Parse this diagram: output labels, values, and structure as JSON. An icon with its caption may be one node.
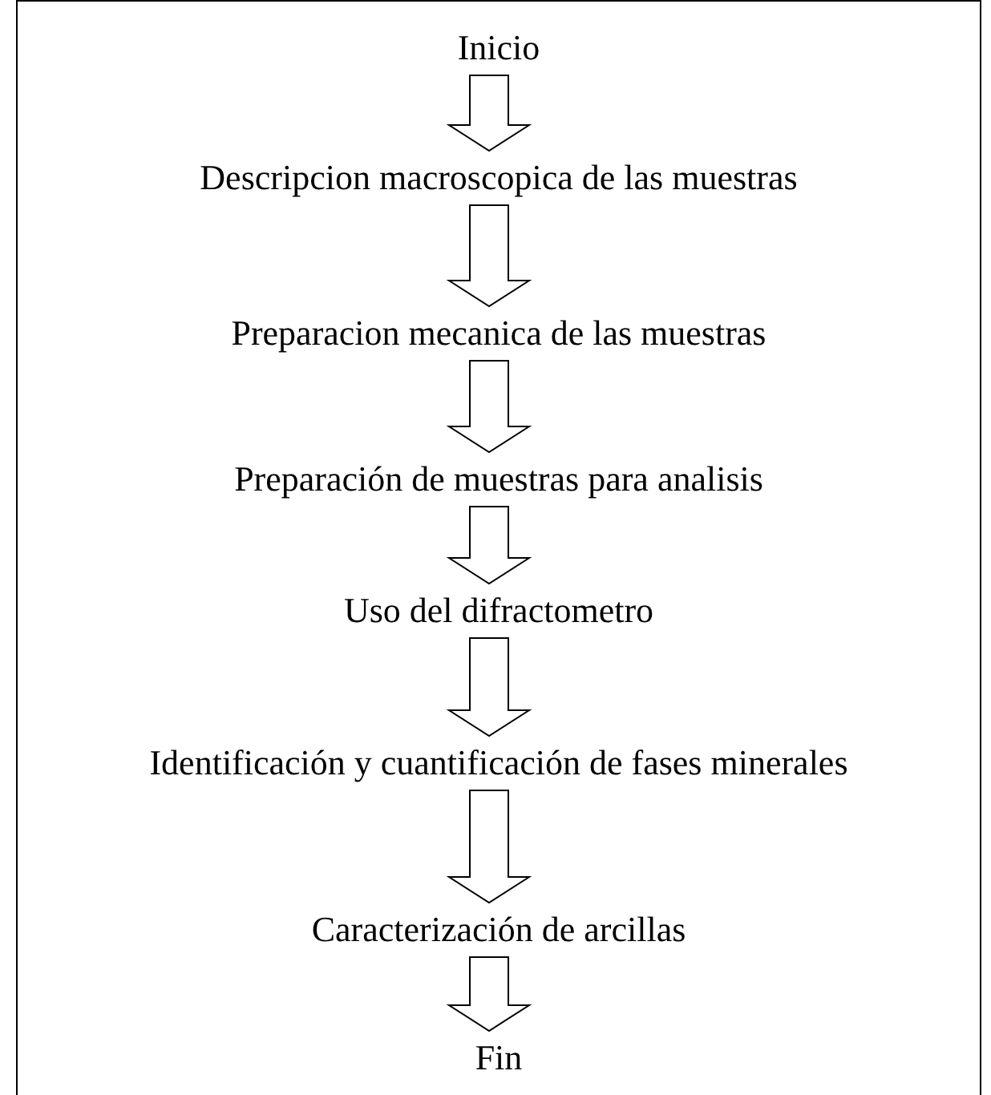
{
  "diagram": {
    "nodes": [
      {
        "text": [
          "Inicio"
        ]
      },
      {
        "text": [
          "Descripcion macroscopica de las muestras"
        ]
      },
      {
        "text": [
          "Preparacion mecanica de las muestras"
        ]
      },
      {
        "text": [
          "Preparación de muestras para analisis"
        ]
      },
      {
        "text": [
          "Uso del difractometro"
        ]
      },
      {
        "text": [
          "Identificación y cuantificación de fases minerales"
        ]
      },
      {
        "text": [
          "Caracterización de arcillas"
        ]
      },
      {
        "text": [
          "Fin"
        ]
      }
    ],
    "edges": [
      {
        "from": 0,
        "to": 1,
        "arrow": "to"
      },
      {
        "from": 1,
        "to": 2,
        "arrow": "to"
      },
      {
        "from": 2,
        "to": 3,
        "arrow": "to"
      },
      {
        "from": 3,
        "to": 4,
        "arrow": "to"
      },
      {
        "from": 4,
        "to": 5,
        "arrow": "to"
      },
      {
        "from": 5,
        "to": 6,
        "arrow": "to"
      },
      {
        "from": 6,
        "to": 7,
        "arrow": "to"
      }
    ]
  }
}
